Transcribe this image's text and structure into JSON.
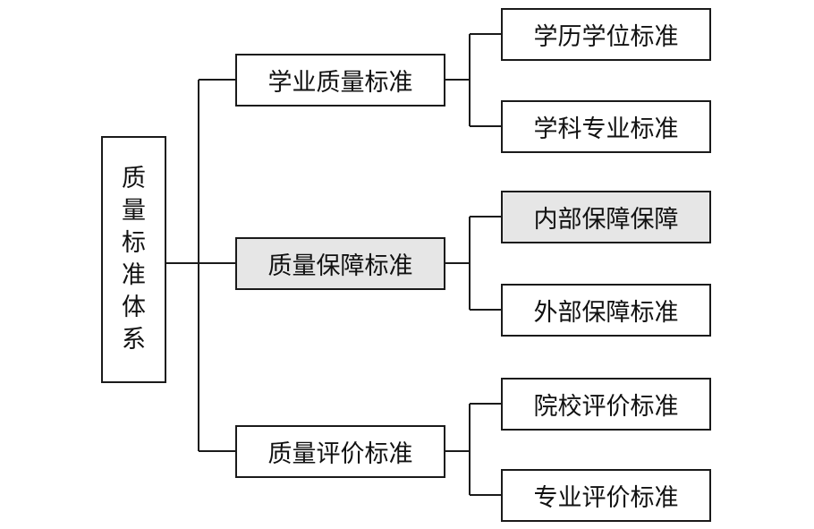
{
  "root": {
    "label_chars": [
      "质",
      "量",
      "标",
      "准",
      "体",
      "系"
    ]
  },
  "level1": [
    {
      "label": "学业质量标准",
      "shaded": false
    },
    {
      "label": "质量保障标准",
      "shaded": true
    },
    {
      "label": "质量评价标准",
      "shaded": false
    }
  ],
  "level2": [
    {
      "label": "学历学位标准",
      "shaded": false
    },
    {
      "label": "学科专业标准",
      "shaded": false
    },
    {
      "label": "内部保障保障",
      "shaded": true
    },
    {
      "label": "外部保障标准",
      "shaded": false
    },
    {
      "label": "院校评价标准",
      "shaded": false
    },
    {
      "label": "专业评价标准",
      "shaded": false
    }
  ],
  "colors": {
    "line": "#1a1a1a",
    "shaded_fill": "#e6e6e6"
  }
}
